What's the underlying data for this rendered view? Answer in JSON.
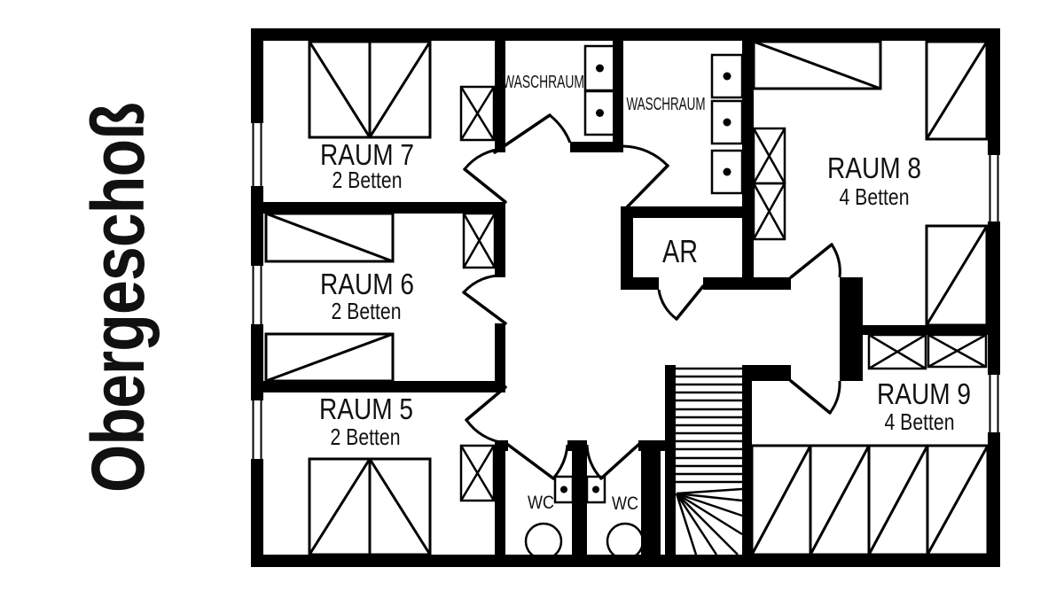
{
  "title": {
    "text": "Obergeschoß"
  },
  "colors": {
    "wall": "#000000",
    "background": "#ffffff",
    "text": "#111111"
  },
  "rooms": {
    "raum7": {
      "name": "RAUM 7",
      "beds": "2 Betten"
    },
    "raum6": {
      "name": "RAUM 6",
      "beds": "2 Betten"
    },
    "raum5": {
      "name": "RAUM 5",
      "beds": "2 Betten"
    },
    "raum8": {
      "name": "RAUM 8",
      "beds": "4 Betten"
    },
    "raum9": {
      "name": "RAUM 9",
      "beds": "4 Betten"
    },
    "washroom_left": {
      "name": "WASCHRAUM"
    },
    "washroom_right": {
      "name": "WASCHRAUM"
    },
    "storage": {
      "name": "AR"
    },
    "wc_left": {
      "name": "WC"
    },
    "wc_right": {
      "name": "WC"
    }
  }
}
